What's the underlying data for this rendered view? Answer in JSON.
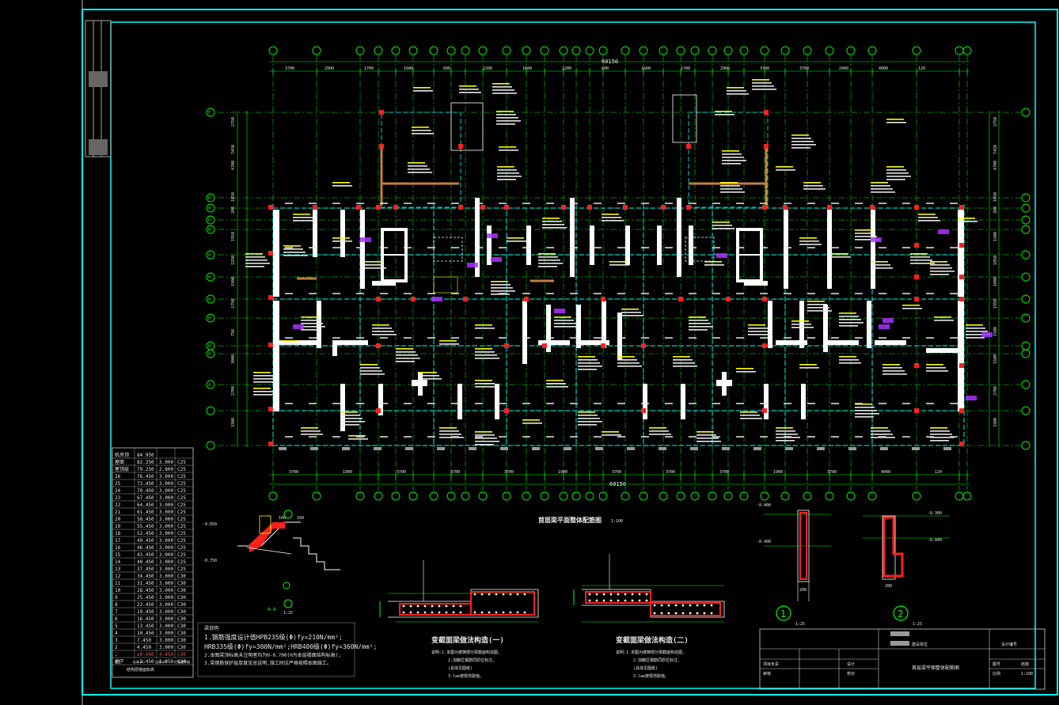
{
  "title_main": "首层梁平面整体配筋图",
  "title_scale": "1:100",
  "overall_dim_top": "60150",
  "overall_dim_bottom": "60150",
  "axis_rows_left": [
    "E",
    "H",
    "H",
    "H",
    "H",
    "H",
    "H",
    "H",
    "H",
    "H",
    "H",
    "A"
  ],
  "top_dims": [
    "3700",
    "2900",
    "1700",
    "1600",
    "600",
    "2200",
    "1600",
    "2200",
    "600",
    "1600",
    "1700",
    "2900",
    "3700",
    "3700",
    "2900",
    "4000",
    "120"
  ],
  "bottom_dims": [
    "3700",
    "1900",
    "3700",
    "3700",
    "3700",
    "1900",
    "3700",
    "3700",
    "3700",
    "1900",
    "3700",
    "4000",
    "120"
  ],
  "left_dims": [
    "2750",
    "7450",
    "4700",
    "1050",
    "200",
    "1950",
    "1250",
    "1500",
    "1750",
    "750",
    "3000",
    "2700",
    "3300"
  ],
  "right_dims": [
    "2750",
    "7450",
    "4700",
    "1050",
    "200",
    "1500",
    "1050",
    "1000",
    "1950",
    "1500",
    "1500",
    "2700",
    "3300"
  ],
  "floor_table": {
    "top_rows": [
      {
        "label": "机房顶",
        "elev": "84.950",
        "h": "",
        "c": ""
      },
      {
        "label": "屋面",
        "elev": "82.250",
        "h": "3.000",
        "c": "C25"
      },
      {
        "label": "屋顶层",
        "elev": "79.250",
        "h": "2.800",
        "c": "C25"
      },
      {
        "label": "26",
        "elev": "76.450",
        "h": "3.000",
        "c": "C25"
      }
    ],
    "rows": [
      [
        "25",
        "73.450",
        "3.000",
        "C25"
      ],
      [
        "24",
        "70.450",
        "3.000",
        "C25"
      ],
      [
        "23",
        "67.450",
        "3.000",
        "C25"
      ],
      [
        "22",
        "64.450",
        "3.000",
        "C25"
      ],
      [
        "21",
        "61.450",
        "3.000",
        "C25"
      ],
      [
        "20",
        "58.450",
        "3.000",
        "C25"
      ],
      [
        "19",
        "55.450",
        "3.000",
        "C25"
      ],
      [
        "18",
        "52.450",
        "3.000",
        "C25"
      ],
      [
        "17",
        "49.450",
        "3.000",
        "C25"
      ],
      [
        "16",
        "46.450",
        "3.000",
        "C25"
      ],
      [
        "15",
        "43.450",
        "3.000",
        "C25"
      ],
      [
        "14",
        "40.450",
        "3.000",
        "C25"
      ],
      [
        "13",
        "37.450",
        "3.000",
        "C25"
      ],
      [
        "12",
        "34.450",
        "3.000",
        "C30"
      ],
      [
        "11",
        "31.450",
        "3.000",
        "C30"
      ],
      [
        "10",
        "28.450",
        "3.000",
        "C30"
      ],
      [
        "9",
        "25.450",
        "3.000",
        "C30"
      ],
      [
        "8",
        "22.450",
        "3.000",
        "C30"
      ],
      [
        "7",
        "19.450",
        "3.000",
        "C30"
      ],
      [
        "6",
        "16.450",
        "3.000",
        "C30"
      ],
      [
        "5",
        "13.450",
        "3.000",
        "C30"
      ],
      [
        "4",
        "10.450",
        "3.000",
        "C30"
      ],
      [
        "3",
        "7.450",
        "3.000",
        "C30"
      ],
      [
        "2",
        "4.450",
        "3.000",
        "C30"
      ],
      [
        "1",
        "±0.000",
        "4.450",
        "C30"
      ],
      [
        "地下",
        "-2.450",
        "1.950",
        "C30"
      ]
    ],
    "header": [
      "层号",
      "标高(m)",
      "层高(m)",
      "砼强度等级"
    ],
    "caption": "结构层楼面标高"
  },
  "notes": {
    "heading": "梁说明",
    "line1": "1.钢筋强度设计值HPB235级(Φ)fy=210N/mm²;",
    "line2": "HRB335级(Φ)fy=300N/mm²;HRB400级(Φ)fy=360N/mm²;",
    "line3": "2.本图梁顶标高未注明者均为H-0.700(H为本层楼面结构标高);",
    "line4": "3.梁钢筋保护层厚度见总说明,施工时应严格按照本图施工。"
  },
  "section1": {
    "title": "变截面梁做法构造(一)",
    "n1": "说明:1.本图为楼梯部分梁截面构造图,",
    "n2": "2.加腋区钢筋同原位标注,",
    "n3": "(具体见图纸)",
    "n4": "3.lae按规范取值。"
  },
  "section2": {
    "title": "变截面梁做法构造(二)",
    "n1": "说明:1.本图为楼梯部分梁截面构造图,",
    "n2": "2.加腋区钢筋同原位标注,",
    "n3": "(具体见图纸)",
    "n4": "3.lae按规范取值。"
  },
  "detail_a": {
    "label": "A-A",
    "scale": "1:25",
    "e1": "-0.050",
    "e2": "-0.750",
    "d1": "100",
    "d2": "160"
  },
  "detail_1": {
    "num": "1",
    "scale": "1:25",
    "e1": "-0.400",
    "e2": "-0.400",
    "d": "200"
  },
  "detail_2": {
    "num": "2",
    "scale": "1:25",
    "e1": "-0.300",
    "e2": "-0.840",
    "d": "200"
  },
  "title_block": {
    "drawing_name": "首层梁平面整体配筋图",
    "project": "建设单位",
    "r1": "项目负责",
    "r2": "审核",
    "r3": "设计",
    "r4": "校对",
    "r5": "图号",
    "r6": "比例",
    "scale_val": "1:100",
    "design_no": "设计编号",
    "sheet": "结施"
  },
  "colors": {
    "frame": "#00ffff",
    "dim": "#00ff00",
    "beam": "#00cccc",
    "wall": "#ffffff",
    "label": "#ffff00",
    "column": "#ff2020",
    "accent": "#cc66ff"
  }
}
